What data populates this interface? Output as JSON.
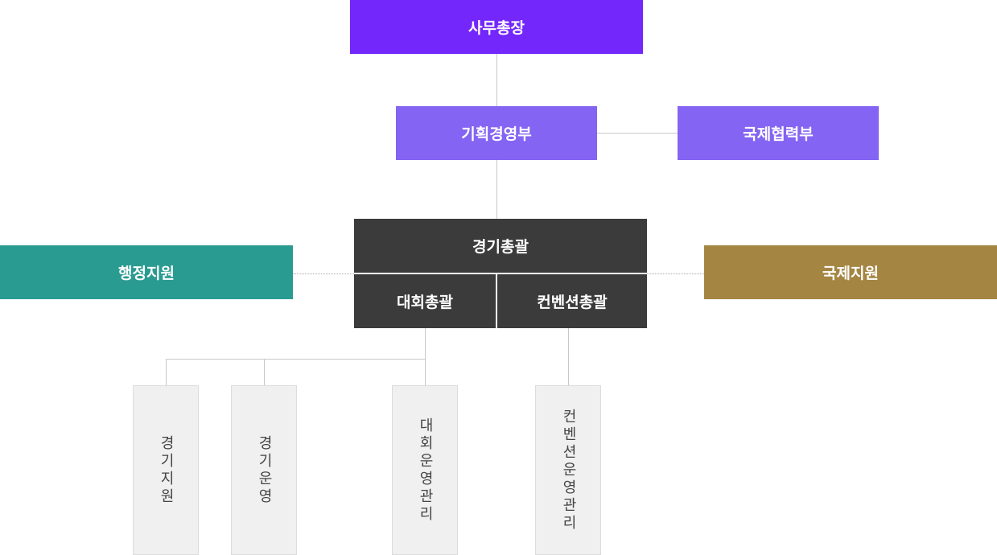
{
  "nodes": {
    "secretary_general": {
      "label": "사무총장",
      "color": "#7427fa"
    },
    "planning_management": {
      "label": "기획경영부",
      "color": "#8464f2"
    },
    "international_cooperation": {
      "label": "국제협력부",
      "color": "#8464f2"
    },
    "games_general": {
      "label": "경기총괄",
      "color": "#3b3b3b"
    },
    "competition_general": {
      "label": "대회총괄",
      "color": "#3b3b3b"
    },
    "convention_general": {
      "label": "컨벤션총괄",
      "color": "#3b3b3b"
    },
    "admin_support": {
      "label": "행정지원",
      "color": "#2a9b91"
    },
    "international_support": {
      "label": "국제지원",
      "color": "#a48542"
    },
    "games_support": {
      "label": "경기지원"
    },
    "games_operation": {
      "label": "경기운영"
    },
    "competition_operation": {
      "label": "대회운영관리"
    },
    "convention_operation": {
      "label": "컨벤션운영관리"
    }
  }
}
